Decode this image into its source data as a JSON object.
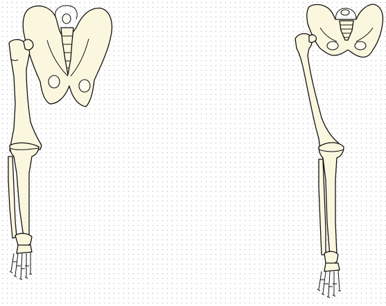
{
  "colors": {
    "bone_fill": "#fbf7df",
    "outline": "#111111",
    "background": "#ffffff",
    "dot_pattern": "#c8c8c8"
  },
  "figures": [
    {
      "name": "left-skeleton",
      "parts": [
        "pelvis",
        "femur",
        "tibia",
        "fibula",
        "foot"
      ]
    },
    {
      "name": "right-skeleton",
      "parts": [
        "pelvis",
        "femur",
        "tibia",
        "fibula",
        "foot"
      ]
    }
  ]
}
